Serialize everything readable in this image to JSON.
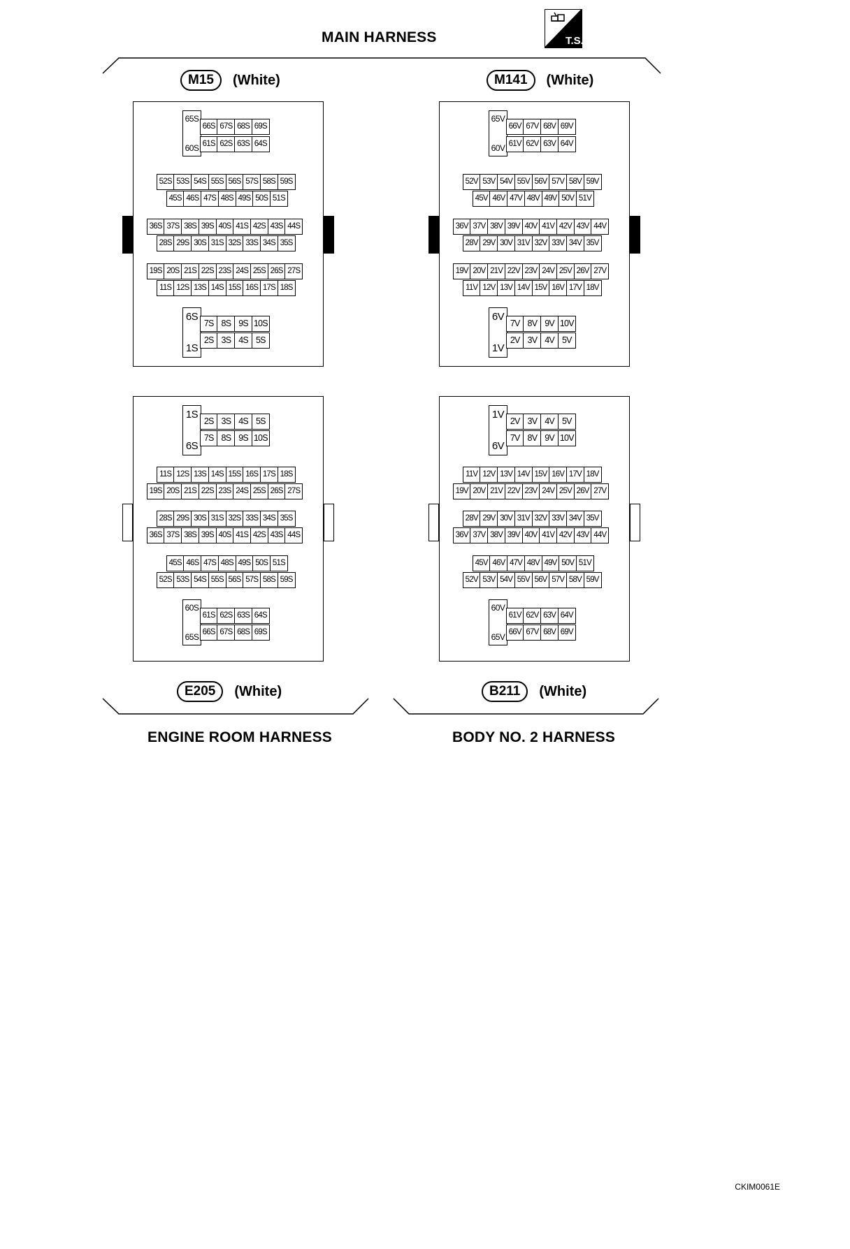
{
  "title": "MAIN HARNESS",
  "ts_icon": {
    "icon": "trouble-shooting-icon",
    "label": "T.S."
  },
  "connectors": [
    {
      "id": "M15",
      "color": "(White)",
      "harness": "MAIN HARNESS",
      "suffix": "S",
      "orientation": "main",
      "tab_style": "filled",
      "label_pos": "top"
    },
    {
      "id": "M141",
      "color": "(White)",
      "harness": "MAIN HARNESS",
      "suffix": "V",
      "orientation": "main",
      "tab_style": "filled",
      "label_pos": "top"
    },
    {
      "id": "E205",
      "color": "(White)",
      "harness": "ENGINE ROOM HARNESS",
      "suffix": "S",
      "orientation": "mating",
      "tab_style": "outline",
      "label_pos": "bottom"
    },
    {
      "id": "B211",
      "color": "(White)",
      "harness": "BODY NO. 2 HARNESS",
      "suffix": "V",
      "orientation": "mating",
      "tab_style": "outline",
      "label_pos": "bottom"
    }
  ],
  "bottom_titles": {
    "left": "ENGINE ROOM HARNESS",
    "right": "BODY NO. 2 HARNESS"
  },
  "ref_code": "CKIM0061E"
}
